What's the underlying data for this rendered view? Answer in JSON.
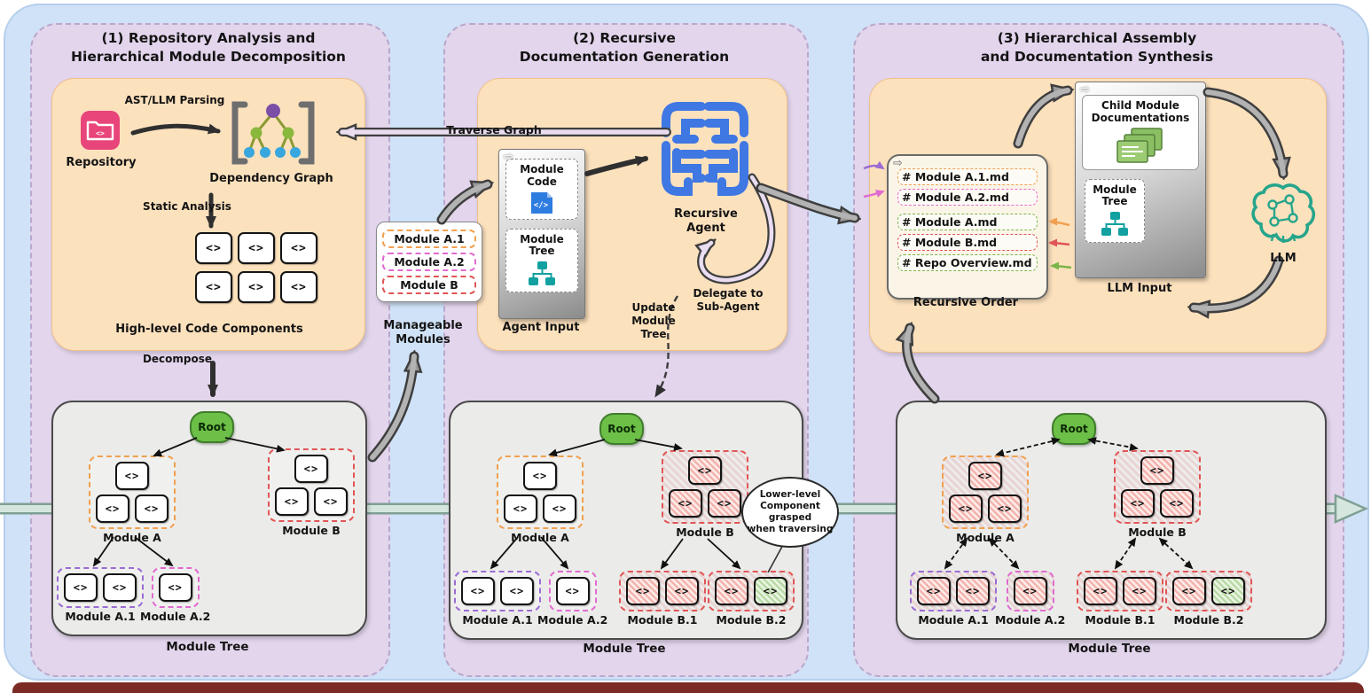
{
  "p1": {
    "title1": "(1) Repository Analysis and",
    "title2": "Hierarchical Module Decomposition",
    "ast": "AST/LLM Parsing",
    "repository": "Repository",
    "dep_graph": "Dependency Graph",
    "static_analysis": "Static Analysis",
    "components": "High-level Code Components",
    "decompose": "Decompose",
    "root": "Root",
    "module_a": "Module A",
    "module_b": "Module B",
    "module_a1": "Module A.1",
    "module_a2": "Module A.2",
    "caption": "Module Tree"
  },
  "manageable": {
    "items": [
      "Module A.1",
      "Module A.2",
      "Module B"
    ],
    "label": "Manageable Modules"
  },
  "p2": {
    "title1": "(2) Recursive",
    "title2": "Documentation Generation",
    "traverse": "Traverse Graph",
    "module_code": "Module Code",
    "module_tree": "Module Tree",
    "agent_input": "Agent Input",
    "recursive_agent": "Recursive Agent",
    "delegate": "Delegate to Sub-Agent",
    "update": "Update Module Tree",
    "root": "Root",
    "module_a": "Module A",
    "module_b": "Module B",
    "module_a1": "Module A.1",
    "module_a2": "Module A.2",
    "module_b1": "Module B.1",
    "module_b2": "Module B.2",
    "cloud1": "Lower-level",
    "cloud2": "Component grasped",
    "cloud3": "when traversing",
    "caption": "Module Tree"
  },
  "p3": {
    "title1": "(3) Hierarchical Assembly",
    "title2": "and Documentation Synthesis",
    "items": [
      "# Module A.1.md",
      "# Module A.2.md",
      "# Module A.md",
      "# Module B.md",
      "# Repo Overview.md"
    ],
    "recursive_order": "Recursive Order",
    "child_docs": "Child Module Documentations",
    "module_tree": "Module Tree",
    "llm_input": "LLM Input",
    "llm": "LLM",
    "root": "Root",
    "module_a": "Module A",
    "module_b": "Module B",
    "module_a1": "Module A.1",
    "module_a2": "Module A.2",
    "module_b1": "Module B.1",
    "module_b2": "Module B.2",
    "caption": "Module Tree"
  },
  "icons": {
    "code_glyph": "<>",
    "page_arrow": "⇨"
  },
  "colors": {
    "outer_bg": "#cfe2f7",
    "panel_bg": "#e2d5ec",
    "stage_bg": "#fce1bd",
    "tree_bg": "#ebebe9",
    "root_green": "#6cbf47",
    "agent_blue": "#3f77e3",
    "llm_teal": "#26a58b",
    "repo_pink": "#e8457a",
    "module_a_orange": "#f0a050",
    "module_a1_purple": "#9b6bd4",
    "module_a2_magenta": "#e06ad0",
    "module_b_red": "#e05555",
    "done_green": "#7ab648"
  }
}
